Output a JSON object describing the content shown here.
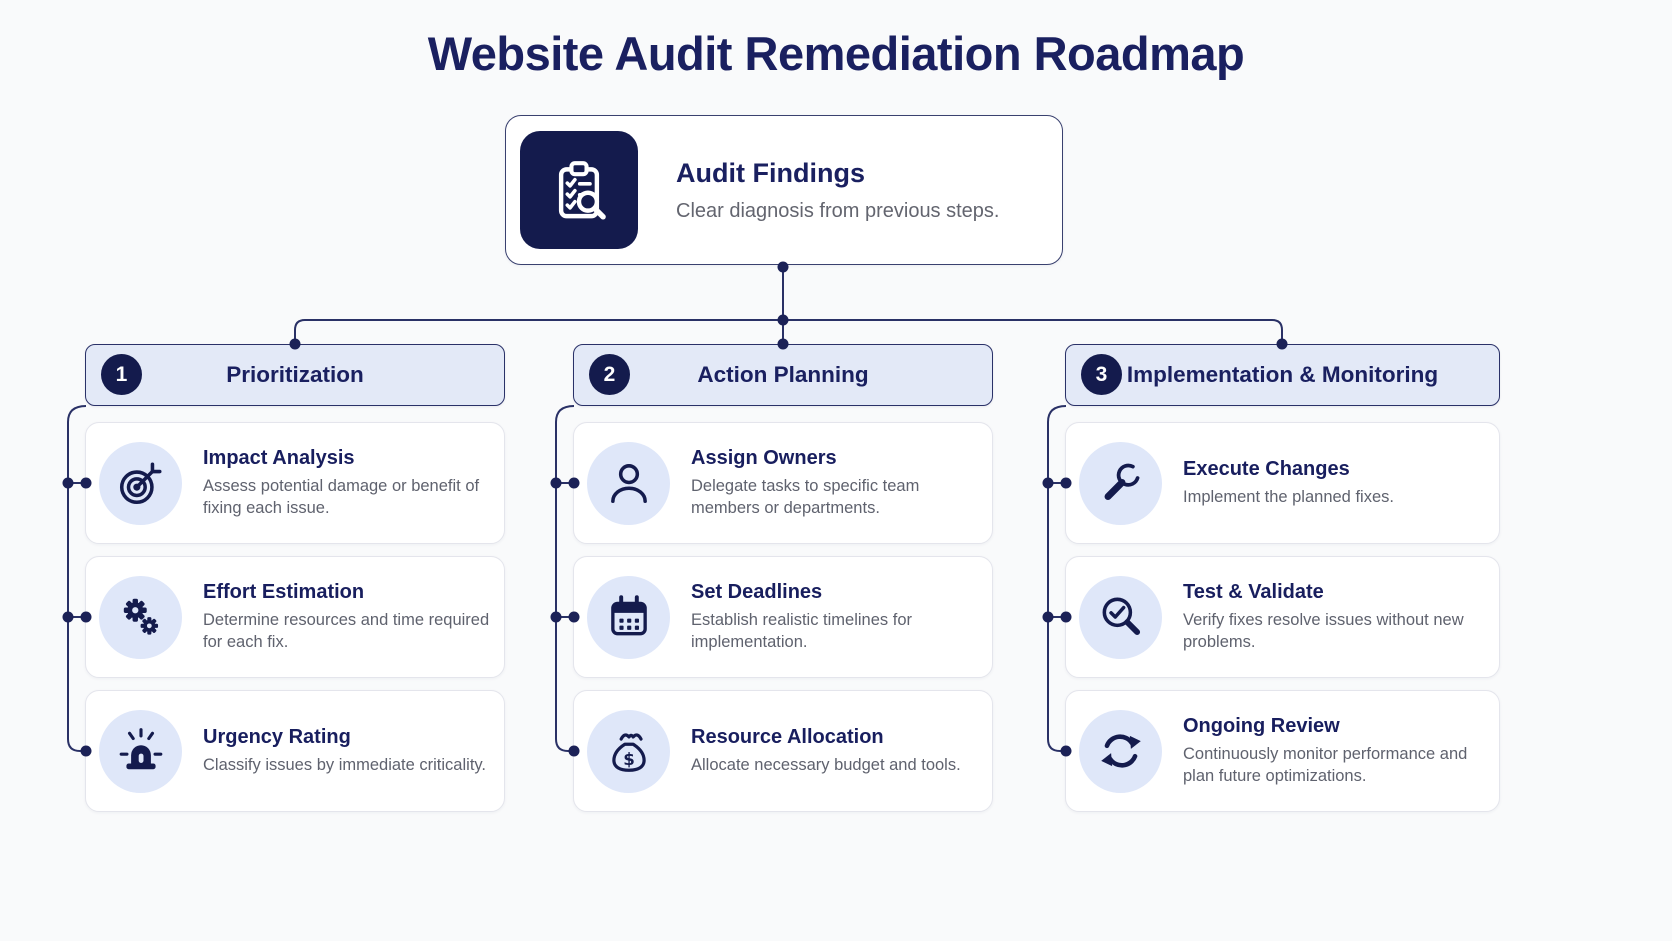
{
  "title": "Website Audit Remediation Roadmap",
  "audit": {
    "title": "Audit Findings",
    "description": "Clear diagnosis from previous steps.",
    "icon": "clipboard-audit-icon"
  },
  "columns": [
    {
      "number": "1",
      "label": "Prioritization",
      "cards": [
        {
          "icon": "target-icon",
          "title": "Impact Analysis",
          "description": "Assess potential damage or benefit of fixing each issue."
        },
        {
          "icon": "gears-icon",
          "title": "Effort Estimation",
          "description": "Determine resources and time required for each fix."
        },
        {
          "icon": "siren-icon",
          "title": "Urgency Rating",
          "description": "Classify issues by immediate criticality."
        }
      ]
    },
    {
      "number": "2",
      "label": "Action Planning",
      "cards": [
        {
          "icon": "person-icon",
          "title": "Assign Owners",
          "description": "Delegate tasks to specific team members or departments."
        },
        {
          "icon": "calendar-icon",
          "title": "Set Deadlines",
          "description": "Establish realistic timelines for implementation."
        },
        {
          "icon": "money-bag-icon",
          "title": "Resource Allocation",
          "description": "Allocate necessary budget and tools."
        }
      ]
    },
    {
      "number": "3",
      "label": "Implementation & Monitoring",
      "cards": [
        {
          "icon": "wrench-icon",
          "title": "Execute Changes",
          "description": "Implement the planned fixes."
        },
        {
          "icon": "magnifier-check-icon",
          "title": "Test & Validate",
          "description": "Verify fixes resolve issues without new problems."
        },
        {
          "icon": "refresh-icon",
          "title": "Ongoing Review",
          "description": "Continuously monitor performance and plan future optimizations."
        }
      ]
    }
  ],
  "colors": {
    "navy": "#141b4d",
    "title_navy": "#1a2060",
    "line": "#2a3166",
    "header_bg": "#e3e9f7",
    "icon_circle_bg": "#dfe7f9",
    "card_border": "#e4e5ec",
    "text_gray": "#5f626e",
    "background": "#f9fafb"
  }
}
